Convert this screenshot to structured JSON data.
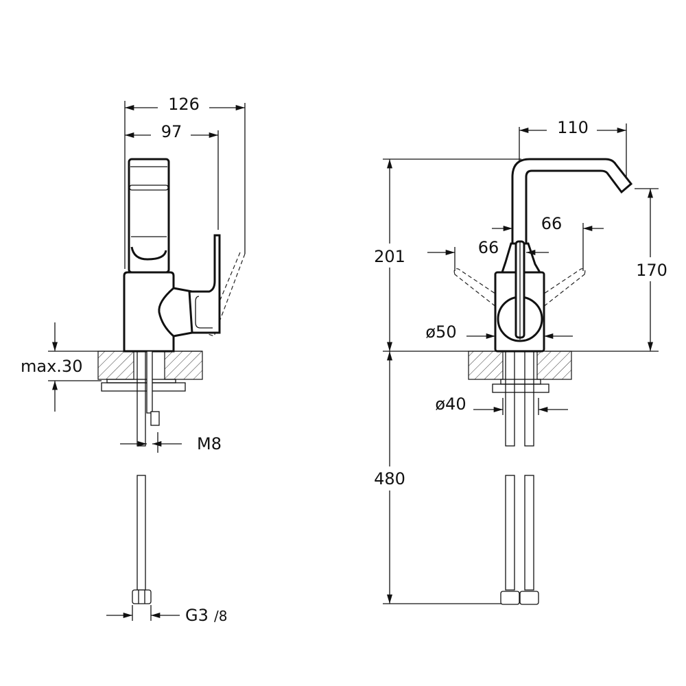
{
  "side_view": {
    "overall_depth": "126",
    "lever_depth": "97",
    "max_counter_thickness": "max.30",
    "stud_thread": "M8",
    "hose_connection_main": "G3",
    "hose_connection_fraction": "/8"
  },
  "front_view": {
    "spout_reach": "110",
    "total_height": "201",
    "lever_swing_left": "66",
    "lever_swing_right": "66",
    "outlet_height": "170",
    "body_diameter": "ø50",
    "hole_diameter": "ø40",
    "hose_length": "480"
  },
  "colors": {
    "line": "#111111",
    "background": "#ffffff"
  }
}
